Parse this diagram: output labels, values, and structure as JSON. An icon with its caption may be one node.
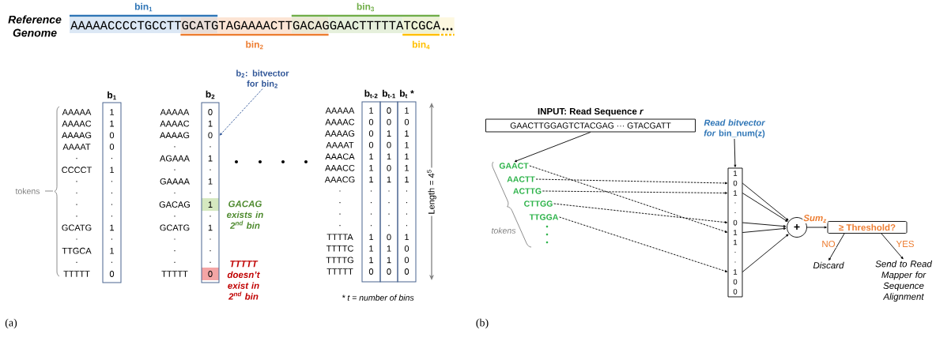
{
  "diagram": {
    "nodes": [
      {
        "text": [
          "b$_{1}$",
          "1",
          "1",
          "0",
          "0",
          ".",
          "1",
          ".",
          ".",
          ".",
          ".",
          "1",
          ".",
          "1",
          ".",
          "0"
        ]
      },
      {
        "text": [
          "b$_{2}$: bitvector for bin$_{2}$"
        ]
      },
      {
        "text": [
          "b$_{2}$",
          "0",
          "1",
          "0",
          ".",
          "1",
          ".",
          "1",
          ".",
          "1",
          ".",
          "1",
          ".",
          ".",
          ".",
          "0"
        ],
        "beside": [
          "GACAG exists in 2$^{nd}$ bin",
          "TTTTT doesn’t exist in 2$^{nd}$ bin"
        ]
      },
      {
        "text": [
          "b$_{t-2}$",
          "1",
          "0",
          "0",
          "0",
          "1",
          "1",
          "1",
          ".",
          ".",
          ".",
          ".",
          "1",
          "1",
          "1",
          "0"
        ]
      },
      {
        "text": [
          "b$_{t-1}$",
          "0",
          "0",
          "1",
          "0",
          "1",
          "0",
          "1",
          ".",
          ".",
          ".",
          ".",
          "0",
          "1",
          "1",
          "0"
        ]
      },
      {
        "text": [
          "b$_{t}$ *",
          "1",
          "0",
          "1",
          "1",
          "1",
          "1",
          "1",
          ".",
          ".",
          ".",
          ".",
          "1",
          "0",
          "0",
          "0"
        ]
      },
      {
        "text": [
          "INPUT: Read Sequence *r*",
          "GAACTTGGAGTCTACGAG ··· GTACGATT"
        ]
      },
      {
        "text": [
          "*Read bitvector for* bin_num(z)"
        ]
      },
      {
        "text": [
          "GAACT"
        ]
      },
      {
        "text": [
          "AACTT"
        ]
      },
      {
        "text": [
          "ACTTG"
        ]
      },
      {
        "text": [
          "CTTGG"
        ]
      },
      {
        "text": [
          "TTGGA"
        ]
      },
      {
        "text": [],
        "shape": "box"
      },
      {
        "text": [
          "1"
        ],
        "in": 13
      },
      {
        "text": [
          "0"
        ],
        "in": 13
      },
      {
        "text": [
          "1"
        ],
        "in": 13
      },
      {
        "text": [
          "."
        ],
        "in": 13
      },
      {
        "text": [
          "."
        ],
        "in": 13
      },
      {
        "text": [
          "0"
        ],
        "in": 13
      },
      {
        "text": [
          "1"
        ],
        "in": 13
      },
      {
        "text": [
          "1"
        ],
        "in": 13
      },
      {
        "text": [
          "."
        ],
        "in": 13
      },
      {
        "text": [
          "."
        ],
        "in": 13
      },
      {
        "text": [
          "1"
        ],
        "in": 13
      },
      {
        "text": [
          "0"
        ],
        "in": 13
      },
      {
        "text": [
          "0"
        ],
        "in": 13
      },
      {
        "text": [
          "+"
        ]
      },
      {
        "text": [
          "≥ Threshold?"
        ]
      },
      {
        "text": [
          "Discard"
        ]
      },
      {
        "text": [
          "Send to Read Mapper for Sequence Alignment"
        ]
      }
    ],
    "edges": [
      {
        "from": 1,
        "to": 2,
        "arrow": "to",
        "style": "dashed",
        "color": "#2f5597"
      },
      {
        "from": 6,
        "to": 8,
        "arrow": "to"
      },
      {
        "from": 7,
        "to": 13,
        "arrow": "to"
      },
      {
        "from": 8,
        "to": 20,
        "arrow": "to",
        "style": "dashed"
      },
      {
        "from": 9,
        "to": 15,
        "arrow": "to",
        "style": "dashed"
      },
      {
        "from": 10,
        "to": 16,
        "arrow": "to",
        "style": "dashed"
      },
      {
        "from": 11,
        "to": 19,
        "arrow": "to",
        "style": "dashed"
      },
      {
        "from": 12,
        "to": 24,
        "arrow": "to",
        "style": "dashed"
      },
      {
        "from": 15,
        "to": 27,
        "arrow": "to"
      },
      {
        "from": 16,
        "to": 27,
        "arrow": "to"
      },
      {
        "from": 19,
        "to": 27,
        "arrow": "to"
      },
      {
        "from": 20,
        "to": 27,
        "arrow": "to"
      },
      {
        "from": 24,
        "to": 27,
        "arrow": "to"
      },
      {
        "from": 27,
        "to": 28,
        "arrow": "to",
        "label": "Sum$_{z}$"
      },
      {
        "from": 28,
        "to": 29,
        "arrow": "to",
        "label": "NO"
      },
      {
        "from": 28,
        "to": 30,
        "arrow": "to",
        "label": "YES"
      }
    ],
    "labels": [
      "Reference Genome",
      "bin$_{1}$",
      "bin$_{3}$",
      "AAAAACCCCTGCCTTGCATGTAGAAAACTTGACAGGAACTTTTTATCGCA",
      "bin$_{2}$",
      "bin$_{4}$",
      "tokens",
      "AAAAA",
      "AAAAC",
      "AAAAG",
      "AAAAT",
      ".",
      "CCCCT",
      ".",
      ".",
      ".",
      ".",
      "GCATG",
      ".",
      "TTGCA",
      ".",
      "TTTTT",
      "AAAAA",
      "AAAAC",
      "AAAAG",
      ".",
      "AGAAA",
      ".",
      "GAAAA",
      ".",
      "GACAG",
      ".",
      "GCATG",
      ".",
      ".",
      ".",
      "TTTTT",
      "AAAAA",
      "AAAAC",
      "AAAAG",
      "AAAAT",
      "AAACA",
      "AAACC",
      "AAACG",
      ".",
      ".",
      ".",
      ".",
      "TTTTA",
      "TTTTC",
      "TTTTG",
      "TTTTT",
      "Length = 4$^{5}$",
      "* t = number of bins",
      "(a)",
      "tokens",
      "(b)"
    ]
  }
}
